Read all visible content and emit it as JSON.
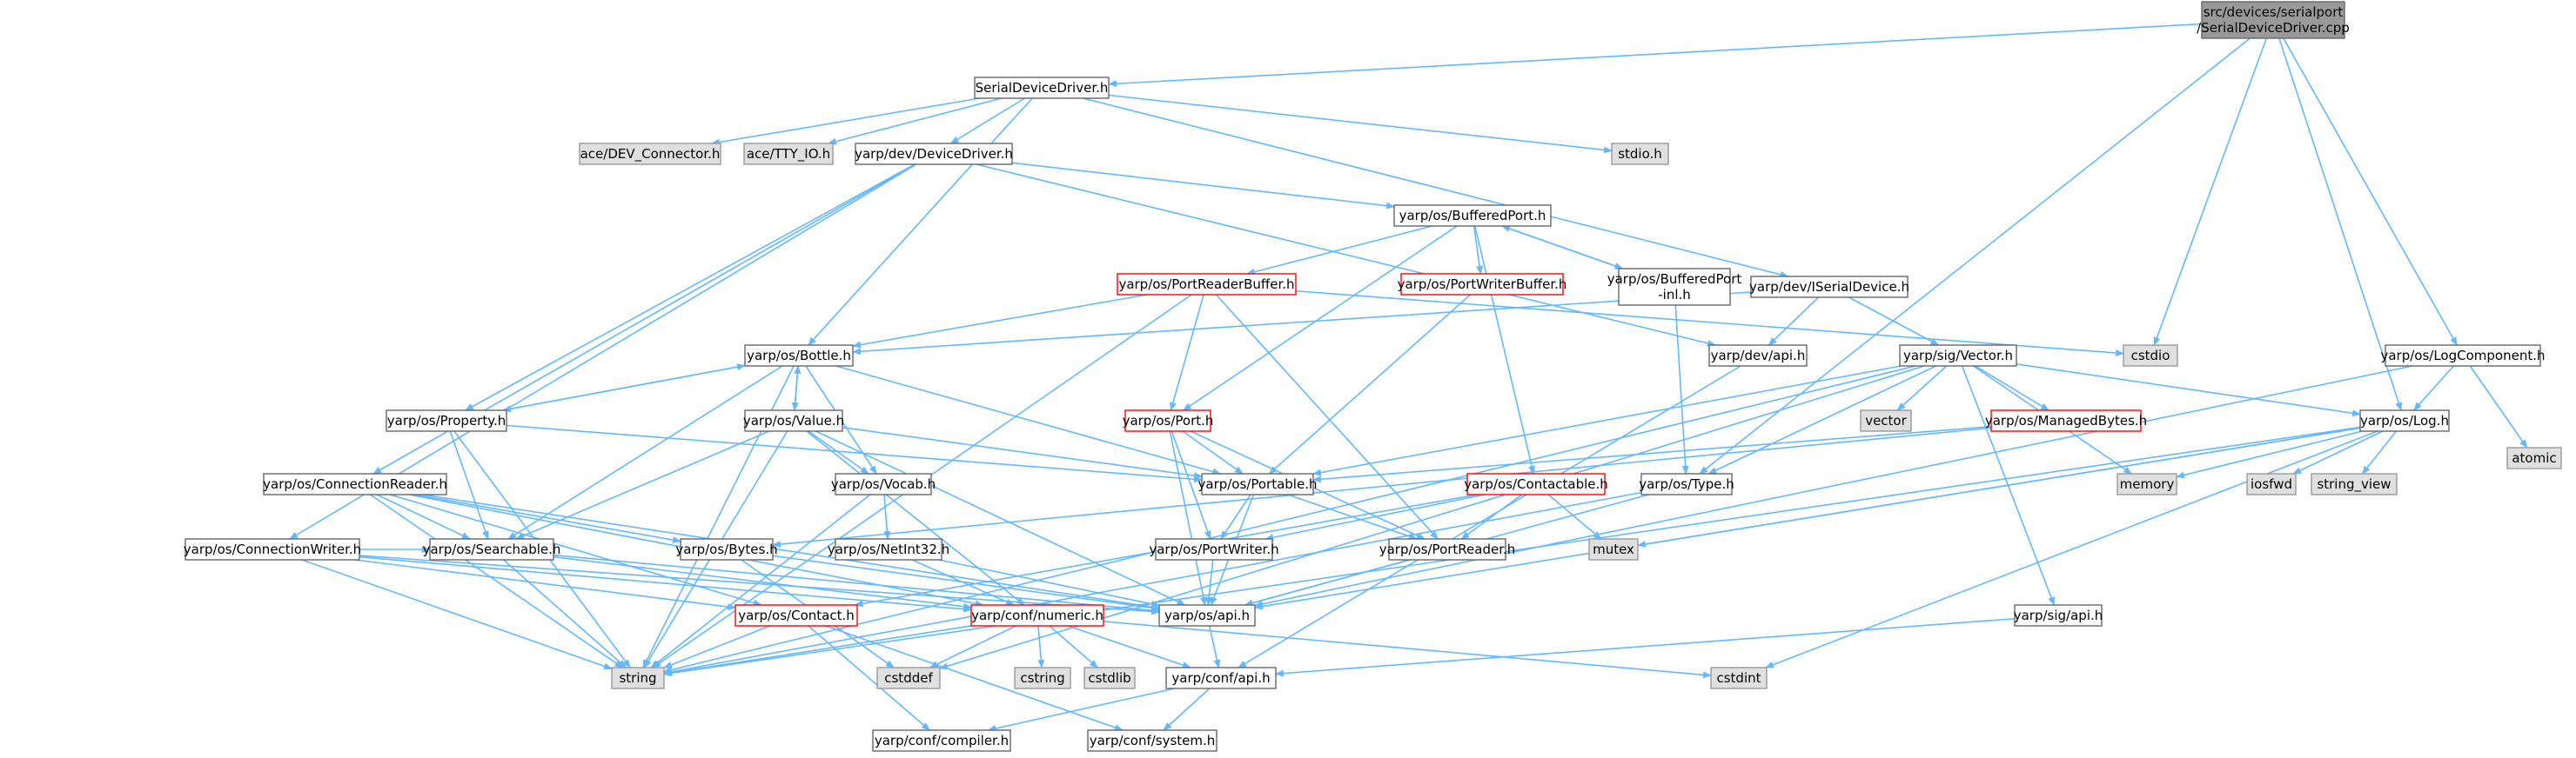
{
  "graph": {
    "colors": {
      "edge": "#63b8ff",
      "normal_fill": "#ffffff",
      "normal_border": "#666666",
      "missing_fill": "#e0e0e0",
      "missing_border": "#999999",
      "truncated_border": "#ff0000",
      "root_fill": "#999999",
      "root_border": "#666666"
    },
    "nodes": [
      {
        "id": "root",
        "lines": [
          "src/devices/serialport",
          "/SerialDeviceDriver.cpp"
        ],
        "kind": "root"
      },
      {
        "id": "sdd",
        "lines": [
          "SerialDeviceDriver.h"
        ],
        "kind": "normal"
      },
      {
        "id": "ace_dev",
        "lines": [
          "ace/DEV_Connector.h"
        ],
        "kind": "missing"
      },
      {
        "id": "ace_tty",
        "lines": [
          "ace/TTY_IO.h"
        ],
        "kind": "missing"
      },
      {
        "id": "devdrv",
        "lines": [
          "yarp/dev/DeviceDriver.h"
        ],
        "kind": "normal"
      },
      {
        "id": "stdio_h",
        "lines": [
          "stdio.h"
        ],
        "kind": "missing"
      },
      {
        "id": "buffport",
        "lines": [
          "yarp/os/BufferedPort.h"
        ],
        "kind": "normal"
      },
      {
        "id": "prb",
        "lines": [
          "yarp/os/PortReaderBuffer.h"
        ],
        "kind": "truncated"
      },
      {
        "id": "pwb",
        "lines": [
          "yarp/os/PortWriterBuffer.h"
        ],
        "kind": "truncated"
      },
      {
        "id": "bpinl",
        "lines": [
          "yarp/os/BufferedPort",
          "-inl.h"
        ],
        "kind": "normal"
      },
      {
        "id": "iserial",
        "lines": [
          "yarp/dev/ISerialDevice.h"
        ],
        "kind": "normal"
      },
      {
        "id": "cstdio",
        "lines": [
          "cstdio"
        ],
        "kind": "missing"
      },
      {
        "id": "bottle",
        "lines": [
          "yarp/os/Bottle.h"
        ],
        "kind": "normal"
      },
      {
        "id": "devapi",
        "lines": [
          "yarp/dev/api.h"
        ],
        "kind": "normal"
      },
      {
        "id": "sigvec",
        "lines": [
          "yarp/sig/Vector.h"
        ],
        "kind": "normal"
      },
      {
        "id": "logcomp",
        "lines": [
          "yarp/os/LogComponent.h"
        ],
        "kind": "normal"
      },
      {
        "id": "property",
        "lines": [
          "yarp/os/Property.h"
        ],
        "kind": "normal"
      },
      {
        "id": "value",
        "lines": [
          "yarp/os/Value.h"
        ],
        "kind": "normal"
      },
      {
        "id": "port",
        "lines": [
          "yarp/os/Port.h"
        ],
        "kind": "truncated"
      },
      {
        "id": "vector",
        "lines": [
          "vector"
        ],
        "kind": "missing"
      },
      {
        "id": "mbytes",
        "lines": [
          "yarp/os/ManagedBytes.h"
        ],
        "kind": "truncated"
      },
      {
        "id": "log",
        "lines": [
          "yarp/os/Log.h"
        ],
        "kind": "normal"
      },
      {
        "id": "atomic",
        "lines": [
          "atomic"
        ],
        "kind": "missing"
      },
      {
        "id": "connreader",
        "lines": [
          "yarp/os/ConnectionReader.h"
        ],
        "kind": "normal"
      },
      {
        "id": "vocab",
        "lines": [
          "yarp/os/Vocab.h"
        ],
        "kind": "normal"
      },
      {
        "id": "portable",
        "lines": [
          "yarp/os/Portable.h"
        ],
        "kind": "normal"
      },
      {
        "id": "contactable",
        "lines": [
          "yarp/os/Contactable.h"
        ],
        "kind": "truncated"
      },
      {
        "id": "type",
        "lines": [
          "yarp/os/Type.h"
        ],
        "kind": "normal"
      },
      {
        "id": "memory",
        "lines": [
          "memory"
        ],
        "kind": "missing"
      },
      {
        "id": "iosfwd",
        "lines": [
          "iosfwd"
        ],
        "kind": "missing"
      },
      {
        "id": "string_view",
        "lines": [
          "string_view"
        ],
        "kind": "missing"
      },
      {
        "id": "connwriter",
        "lines": [
          "yarp/os/ConnectionWriter.h"
        ],
        "kind": "normal"
      },
      {
        "id": "searchable",
        "lines": [
          "yarp/os/Searchable.h"
        ],
        "kind": "normal"
      },
      {
        "id": "bytes",
        "lines": [
          "yarp/os/Bytes.h"
        ],
        "kind": "normal"
      },
      {
        "id": "netint32",
        "lines": [
          "yarp/os/NetInt32.h"
        ],
        "kind": "normal"
      },
      {
        "id": "portwriter",
        "lines": [
          "yarp/os/PortWriter.h"
        ],
        "kind": "normal"
      },
      {
        "id": "portreader",
        "lines": [
          "yarp/os/PortReader.h"
        ],
        "kind": "normal"
      },
      {
        "id": "mutex",
        "lines": [
          "mutex"
        ],
        "kind": "missing"
      },
      {
        "id": "contact",
        "lines": [
          "yarp/os/Contact.h"
        ],
        "kind": "truncated"
      },
      {
        "id": "numeric",
        "lines": [
          "yarp/conf/numeric.h"
        ],
        "kind": "truncated"
      },
      {
        "id": "osapi",
        "lines": [
          "yarp/os/api.h"
        ],
        "kind": "normal"
      },
      {
        "id": "sigapi",
        "lines": [
          "yarp/sig/api.h"
        ],
        "kind": "normal"
      },
      {
        "id": "string",
        "lines": [
          "string"
        ],
        "kind": "missing"
      },
      {
        "id": "cstddef",
        "lines": [
          "cstddef"
        ],
        "kind": "missing"
      },
      {
        "id": "cstring",
        "lines": [
          "cstring"
        ],
        "kind": "missing"
      },
      {
        "id": "cstdlib",
        "lines": [
          "cstdlib"
        ],
        "kind": "missing"
      },
      {
        "id": "confapi",
        "lines": [
          "yarp/conf/api.h"
        ],
        "kind": "normal"
      },
      {
        "id": "cstdint",
        "lines": [
          "cstdint"
        ],
        "kind": "missing"
      },
      {
        "id": "compiler",
        "lines": [
          "yarp/conf/compiler.h"
        ],
        "kind": "normal"
      },
      {
        "id": "system",
        "lines": [
          "yarp/conf/system.h"
        ],
        "kind": "normal"
      }
    ],
    "edges": [
      [
        "root",
        "sdd"
      ],
      [
        "root",
        "cstdio"
      ],
      [
        "root",
        "logcomp"
      ],
      [
        "root",
        "log"
      ],
      [
        "root",
        "type"
      ],
      [
        "sdd",
        "ace_dev"
      ],
      [
        "sdd",
        "ace_tty"
      ],
      [
        "sdd",
        "devdrv"
      ],
      [
        "sdd",
        "stdio_h"
      ],
      [
        "sdd",
        "iserial"
      ],
      [
        "sdd",
        "bottle"
      ],
      [
        "devdrv",
        "buffport"
      ],
      [
        "devdrv",
        "property"
      ],
      [
        "devdrv",
        "devapi"
      ],
      [
        "devdrv",
        "connwriter"
      ],
      [
        "devdrv",
        "connreader"
      ],
      [
        "buffport",
        "prb"
      ],
      [
        "buffport",
        "pwb"
      ],
      [
        "buffport",
        "bpinl"
      ],
      [
        "buffport",
        "port"
      ],
      [
        "buffport",
        "contactable"
      ],
      [
        "bpinl",
        "buffport"
      ],
      [
        "bpinl",
        "type"
      ],
      [
        "prb",
        "bottle"
      ],
      [
        "prb",
        "port"
      ],
      [
        "prb",
        "portreader"
      ],
      [
        "prb",
        "string"
      ],
      [
        "prb",
        "cstdio"
      ],
      [
        "pwb",
        "portable"
      ],
      [
        "iserial",
        "devapi"
      ],
      [
        "iserial",
        "sigvec"
      ],
      [
        "iserial",
        "bottle"
      ],
      [
        "bottle",
        "property"
      ],
      [
        "bottle",
        "value"
      ],
      [
        "bottle",
        "portable"
      ],
      [
        "bottle",
        "searchable"
      ],
      [
        "bottle",
        "vocab"
      ],
      [
        "bottle",
        "string"
      ],
      [
        "property",
        "bottle"
      ],
      [
        "property",
        "searchable"
      ],
      [
        "property",
        "portable"
      ],
      [
        "property",
        "string"
      ],
      [
        "value",
        "bottle"
      ],
      [
        "value",
        "portable"
      ],
      [
        "value",
        "searchable"
      ],
      [
        "value",
        "vocab"
      ],
      [
        "value",
        "string"
      ],
      [
        "value",
        "numeric"
      ],
      [
        "value",
        "osapi"
      ],
      [
        "devapi",
        "confapi"
      ],
      [
        "sigvec",
        "portable"
      ],
      [
        "sigvec",
        "mbytes"
      ],
      [
        "sigvec",
        "type"
      ],
      [
        "sigvec",
        "vector"
      ],
      [
        "sigvec",
        "string"
      ],
      [
        "sigvec",
        "log"
      ],
      [
        "sigvec",
        "sigapi"
      ],
      [
        "sigvec",
        "cstddef"
      ],
      [
        "sigvec",
        "memory"
      ],
      [
        "logcomp",
        "log"
      ],
      [
        "logcomp",
        "atomic"
      ],
      [
        "logcomp",
        "osapi"
      ],
      [
        "log",
        "memory"
      ],
      [
        "log",
        "iosfwd"
      ],
      [
        "log",
        "string_view"
      ],
      [
        "log",
        "mutex"
      ],
      [
        "log",
        "osapi"
      ],
      [
        "log",
        "cstdint"
      ],
      [
        "log",
        "string"
      ],
      [
        "mbytes",
        "bytes"
      ],
      [
        "mbytes",
        "portable"
      ],
      [
        "port",
        "portable"
      ],
      [
        "port",
        "portwriter"
      ],
      [
        "port",
        "portreader"
      ],
      [
        "port",
        "osapi"
      ],
      [
        "portable",
        "portwriter"
      ],
      [
        "portable",
        "portreader"
      ],
      [
        "portable",
        "osapi"
      ],
      [
        "contactable",
        "mutex"
      ],
      [
        "contactable",
        "portreader"
      ],
      [
        "contactable",
        "portwriter"
      ],
      [
        "contactable",
        "contact"
      ],
      [
        "type",
        "osapi"
      ],
      [
        "type",
        "string"
      ],
      [
        "connreader",
        "bytes"
      ],
      [
        "connreader",
        "searchable"
      ],
      [
        "connreader",
        "contact"
      ],
      [
        "connreader",
        "numeric"
      ],
      [
        "connreader",
        "string"
      ],
      [
        "connreader",
        "osapi"
      ],
      [
        "connwriter",
        "contact"
      ],
      [
        "connwriter",
        "numeric"
      ],
      [
        "connwriter",
        "osapi"
      ],
      [
        "connwriter",
        "string"
      ],
      [
        "connwriter",
        "searchable"
      ],
      [
        "searchable",
        "string"
      ],
      [
        "searchable",
        "osapi"
      ],
      [
        "searchable",
        "numeric"
      ],
      [
        "vocab",
        "string"
      ],
      [
        "vocab",
        "netint32"
      ],
      [
        "netint32",
        "numeric"
      ],
      [
        "netint32",
        "osapi"
      ],
      [
        "bytes",
        "osapi"
      ],
      [
        "bytes",
        "cstddef"
      ],
      [
        "portwriter",
        "osapi"
      ],
      [
        "portreader",
        "osapi"
      ],
      [
        "contact",
        "string"
      ],
      [
        "contact",
        "compiler"
      ],
      [
        "contact",
        "system"
      ],
      [
        "numeric",
        "cstring"
      ],
      [
        "numeric",
        "cstdlib"
      ],
      [
        "numeric",
        "cstddef"
      ],
      [
        "numeric",
        "cstdint"
      ],
      [
        "numeric",
        "string"
      ],
      [
        "numeric",
        "confapi"
      ],
      [
        "osapi",
        "confapi"
      ],
      [
        "sigapi",
        "confapi"
      ],
      [
        "confapi",
        "compiler"
      ],
      [
        "confapi",
        "system"
      ]
    ]
  }
}
